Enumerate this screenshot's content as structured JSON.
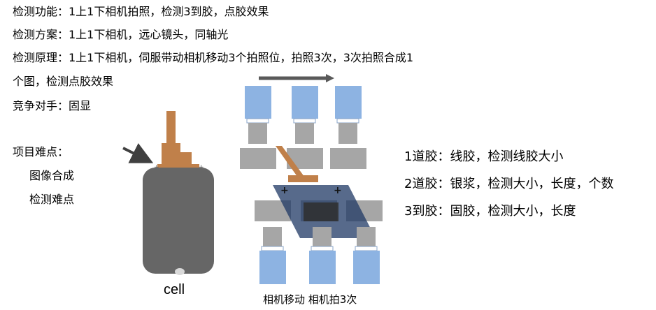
{
  "left_text": {
    "line1": "检测功能：1上1下相机拍照，检测3到胶，点胶效果",
    "line2": "检测方案：1上1下相机，远心镜头，同轴光",
    "line3": "检测原理：1上1下相机，伺服带动相机移动3个拍照位，拍照3次，3次拍照合成1",
    "line4": "个图，检测点胶效果",
    "line5": "竞争对手：固显",
    "difficulty_title": "项目难点：",
    "difficulty_item1": "图像合成",
    "difficulty_item2": "检测难点"
  },
  "cell_label": "cell",
  "camera_caption": "相机移动 相机拍3次",
  "right_text": {
    "item1": "1道胶：线胶，检测线胶大小",
    "item2": "2道胶：银浆，检测大小，长度，个数",
    "item3": "3到胶：固胶，检测大小，长度"
  },
  "colors": {
    "camera_blue": "#8db3e2",
    "light_gray": "#a6a6a6",
    "dark_gray": "#595959",
    "copper": "#c0804a",
    "panel_navy": "#1f3864"
  }
}
